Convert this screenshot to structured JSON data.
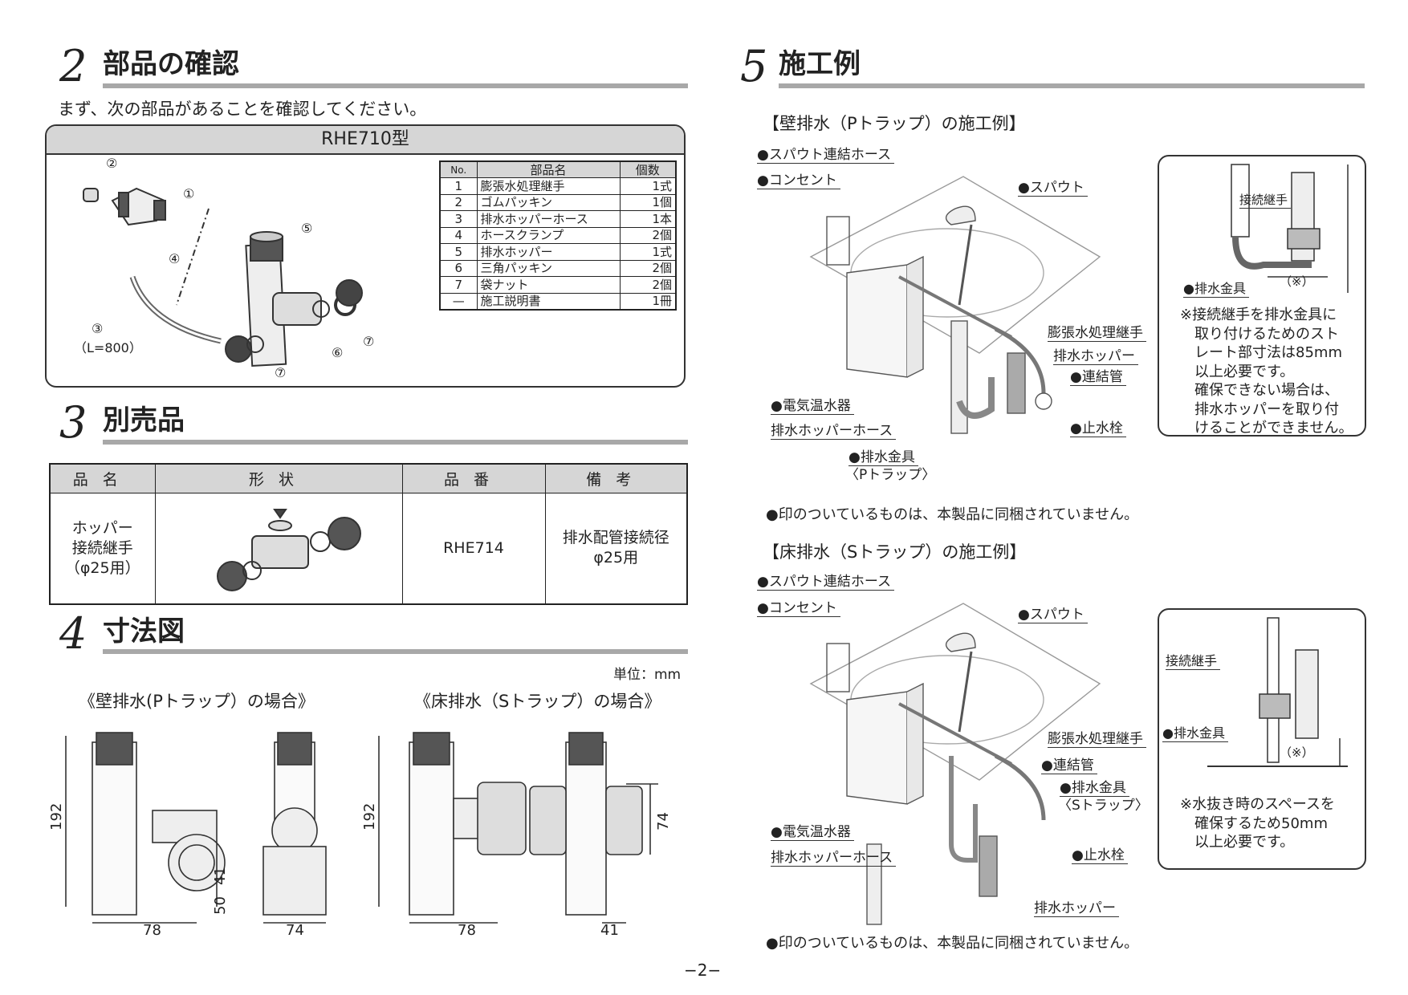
{
  "sec2": {
    "num": "2",
    "title": "部品の確認",
    "intro": "まず、次の部品があることを確認してください。",
    "model": "RHE710型",
    "callouts": [
      "①",
      "②",
      "③",
      "④",
      "⑤",
      "⑥",
      "⑦",
      "⑦"
    ],
    "hose_length": "（L=800）",
    "table": {
      "headers": [
        "No.",
        "部品名",
        "個数"
      ],
      "rows": [
        [
          "1",
          "膨張水処理継手",
          "1式"
        ],
        [
          "2",
          "ゴムパッキン",
          "1個"
        ],
        [
          "3",
          "排水ホッパーホース",
          "1本"
        ],
        [
          "4",
          "ホースクランプ",
          "2個"
        ],
        [
          "5",
          "排水ホッパー",
          "1式"
        ],
        [
          "6",
          "三角パッキン",
          "2個"
        ],
        [
          "7",
          "袋ナット",
          "2個"
        ],
        [
          "—",
          "施工説明書",
          "1冊"
        ]
      ]
    }
  },
  "sec3": {
    "num": "3",
    "title": "別売品",
    "table": {
      "headers": [
        "品名",
        "形状",
        "品番",
        "備考"
      ],
      "row": {
        "name": "ホッパー\n接続継手\n（φ25用）",
        "code": "RHE714",
        "remark": "排水配管接続径\nφ25用"
      }
    }
  },
  "sec4": {
    "num": "4",
    "title": "寸法図",
    "unit": "単位：mm",
    "p_title": "《壁排水(Pトラップ）の場合》",
    "s_title": "《床排水（Sトラップ）の場合》",
    "p_dims": {
      "height": "192",
      "d41": "41",
      "d50": "50",
      "w78": "78",
      "w74": "74"
    },
    "s_dims": {
      "height": "192",
      "w78": "78",
      "d41": "41",
      "d74": "74"
    }
  },
  "sec5": {
    "num": "5",
    "title": "施工例",
    "p_title": "【壁排水（Pトラップ）の施工例】",
    "p_labels": {
      "hose": "●スパウト連結ホース",
      "outlet": "●コンセント",
      "spout": "●スパウト",
      "joint": "膨張水処理継手",
      "hopper": "排水ホッパー",
      "pipe": "●連結管",
      "heater": "●電気温水器",
      "hopper_hose": "排水ホッパーホース",
      "valve": "●止水栓",
      "drain": "●排水金具",
      "trap": "〈Pトラップ〉"
    },
    "p_box": {
      "joint": "接続継手",
      "drain": "●排水金具",
      "dim": "（※）",
      "note": "※接続継手を排水金具に\n　取り付けるためのスト\n　レート部寸法は85mm\n　以上必要です。\n　確保できない場合は、\n　排水ホッパーを取り付\n　けることができません。"
    },
    "p_note": "●印のついているものは、本製品に同梱されていません。",
    "s_title": "【床排水（Sトラップ）の施工例】",
    "s_labels": {
      "hose": "●スパウト連結ホース",
      "outlet": "●コンセント",
      "spout": "●スパウト",
      "joint": "膨張水処理継手",
      "pipe": "●連結管",
      "drain": "●排水金具",
      "trap": "〈Sトラップ〉",
      "heater": "●電気温水器",
      "hopper_hose": "排水ホッパーホース",
      "valve": "●止水栓",
      "hopper": "排水ホッパー"
    },
    "s_box": {
      "joint": "接続継手",
      "drain": "●排水金具",
      "dim": "（※）",
      "note": "※水抜き時のスペースを\n　確保するため50mm\n　以上必要です。"
    },
    "s_note": "●印のついているものは、本製品に同梱されていません。"
  },
  "page": "−2−"
}
